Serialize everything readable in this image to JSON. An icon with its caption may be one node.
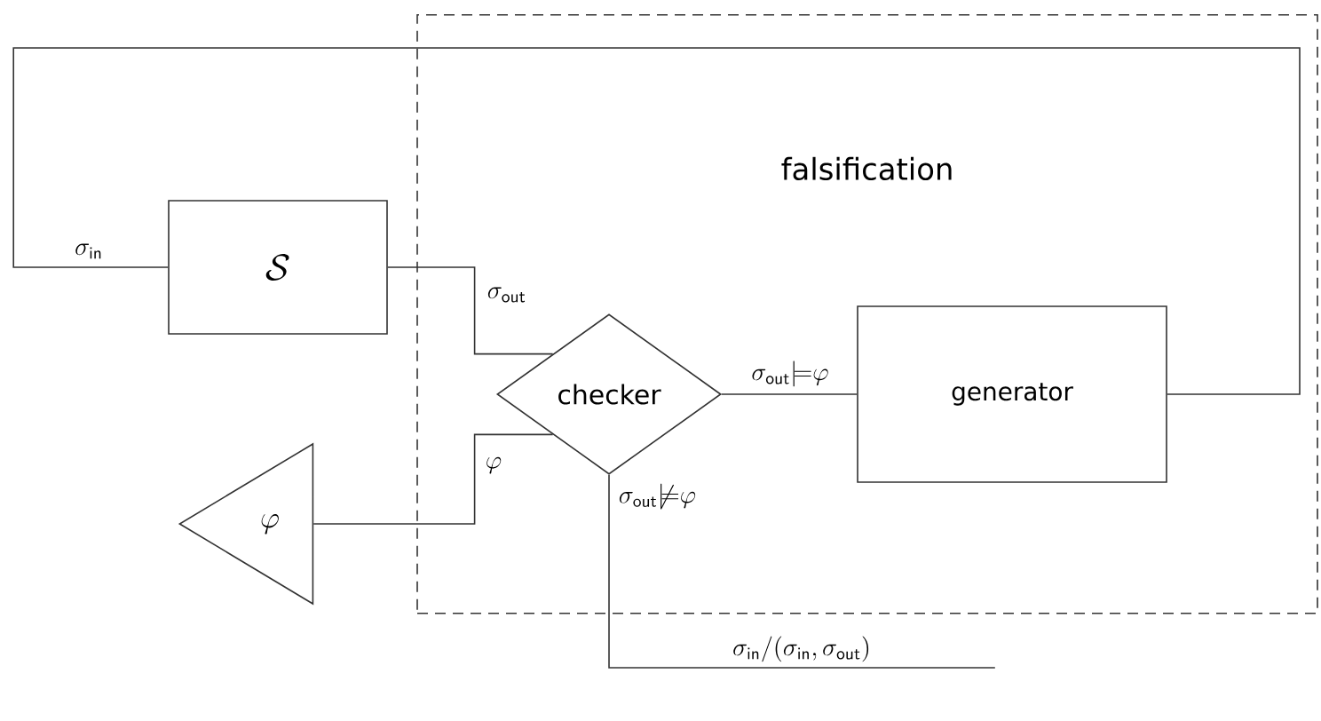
{
  "diagram": {
    "nodes": [
      {
        "text": [
          "falsification"
        ]
      },
      {
        "text": [
          "\\mathcal{S}"
        ]
      },
      {
        "text": [
          "checker"
        ],
        "in": 0
      },
      {
        "text": [
          "generator"
        ],
        "in": 0
      },
      {
        "text": [
          "\\varphi"
        ]
      },
      {
        "text": [
          "\\sigma_{\\mathsf{in}}/(\\sigma_{\\mathsf{in}},\\sigma_{\\mathsf{out}})"
        ]
      }
    ],
    "edges": [
      {
        "from": 3,
        "to": 1,
        "arrow": "none",
        "label": "\\sigma_{\\mathsf{in}}"
      },
      {
        "from": 1,
        "to": 2,
        "arrow": "none",
        "label": "\\sigma_{\\mathsf{out}}"
      },
      {
        "from": 4,
        "to": 2,
        "arrow": "none",
        "label": "\\varphi"
      },
      {
        "from": 2,
        "to": 3,
        "arrow": "none",
        "label": "\\sigma_{\\mathsf{out}}{\\models}\\varphi"
      },
      {
        "from": 2,
        "to": 5,
        "arrow": "none",
        "label": "\\sigma_{\\mathsf{out}}{\\not\\models}\\varphi"
      }
    ]
  }
}
